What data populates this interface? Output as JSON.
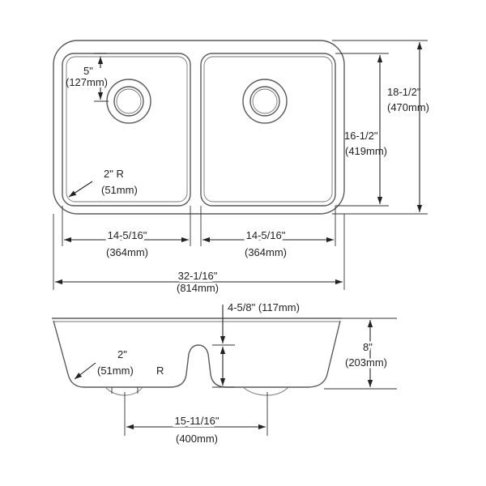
{
  "top_view": {
    "drain_offset": {
      "imperial": "5\"",
      "metric": "(127mm)"
    },
    "corner_radius": {
      "imperial": "2\" R",
      "metric": "(51mm)"
    },
    "bowl_width_left": {
      "imperial": "14-5/16\"",
      "metric": "(364mm)"
    },
    "bowl_width_right": {
      "imperial": "14-5/16\"",
      "metric": "(364mm)"
    },
    "overall_width": {
      "imperial": "32-1/16\"",
      "metric": "(814mm)"
    },
    "bowl_length": {
      "imperial": "16-1/2\"",
      "metric": "(419mm)"
    },
    "overall_length": {
      "imperial": "18-1/2\"",
      "metric": "(470mm)"
    }
  },
  "side_view": {
    "divider_depth": "4-5/8\" (117mm)",
    "bowl_depth": {
      "imperial": "8\"",
      "metric": "(203mm)"
    },
    "bottom_radius": {
      "imperial": "2\"",
      "metric": "(51mm)",
      "suffix": "R"
    },
    "drain_spacing": {
      "imperial": "15-11/16\"",
      "metric": "(400mm)"
    }
  }
}
